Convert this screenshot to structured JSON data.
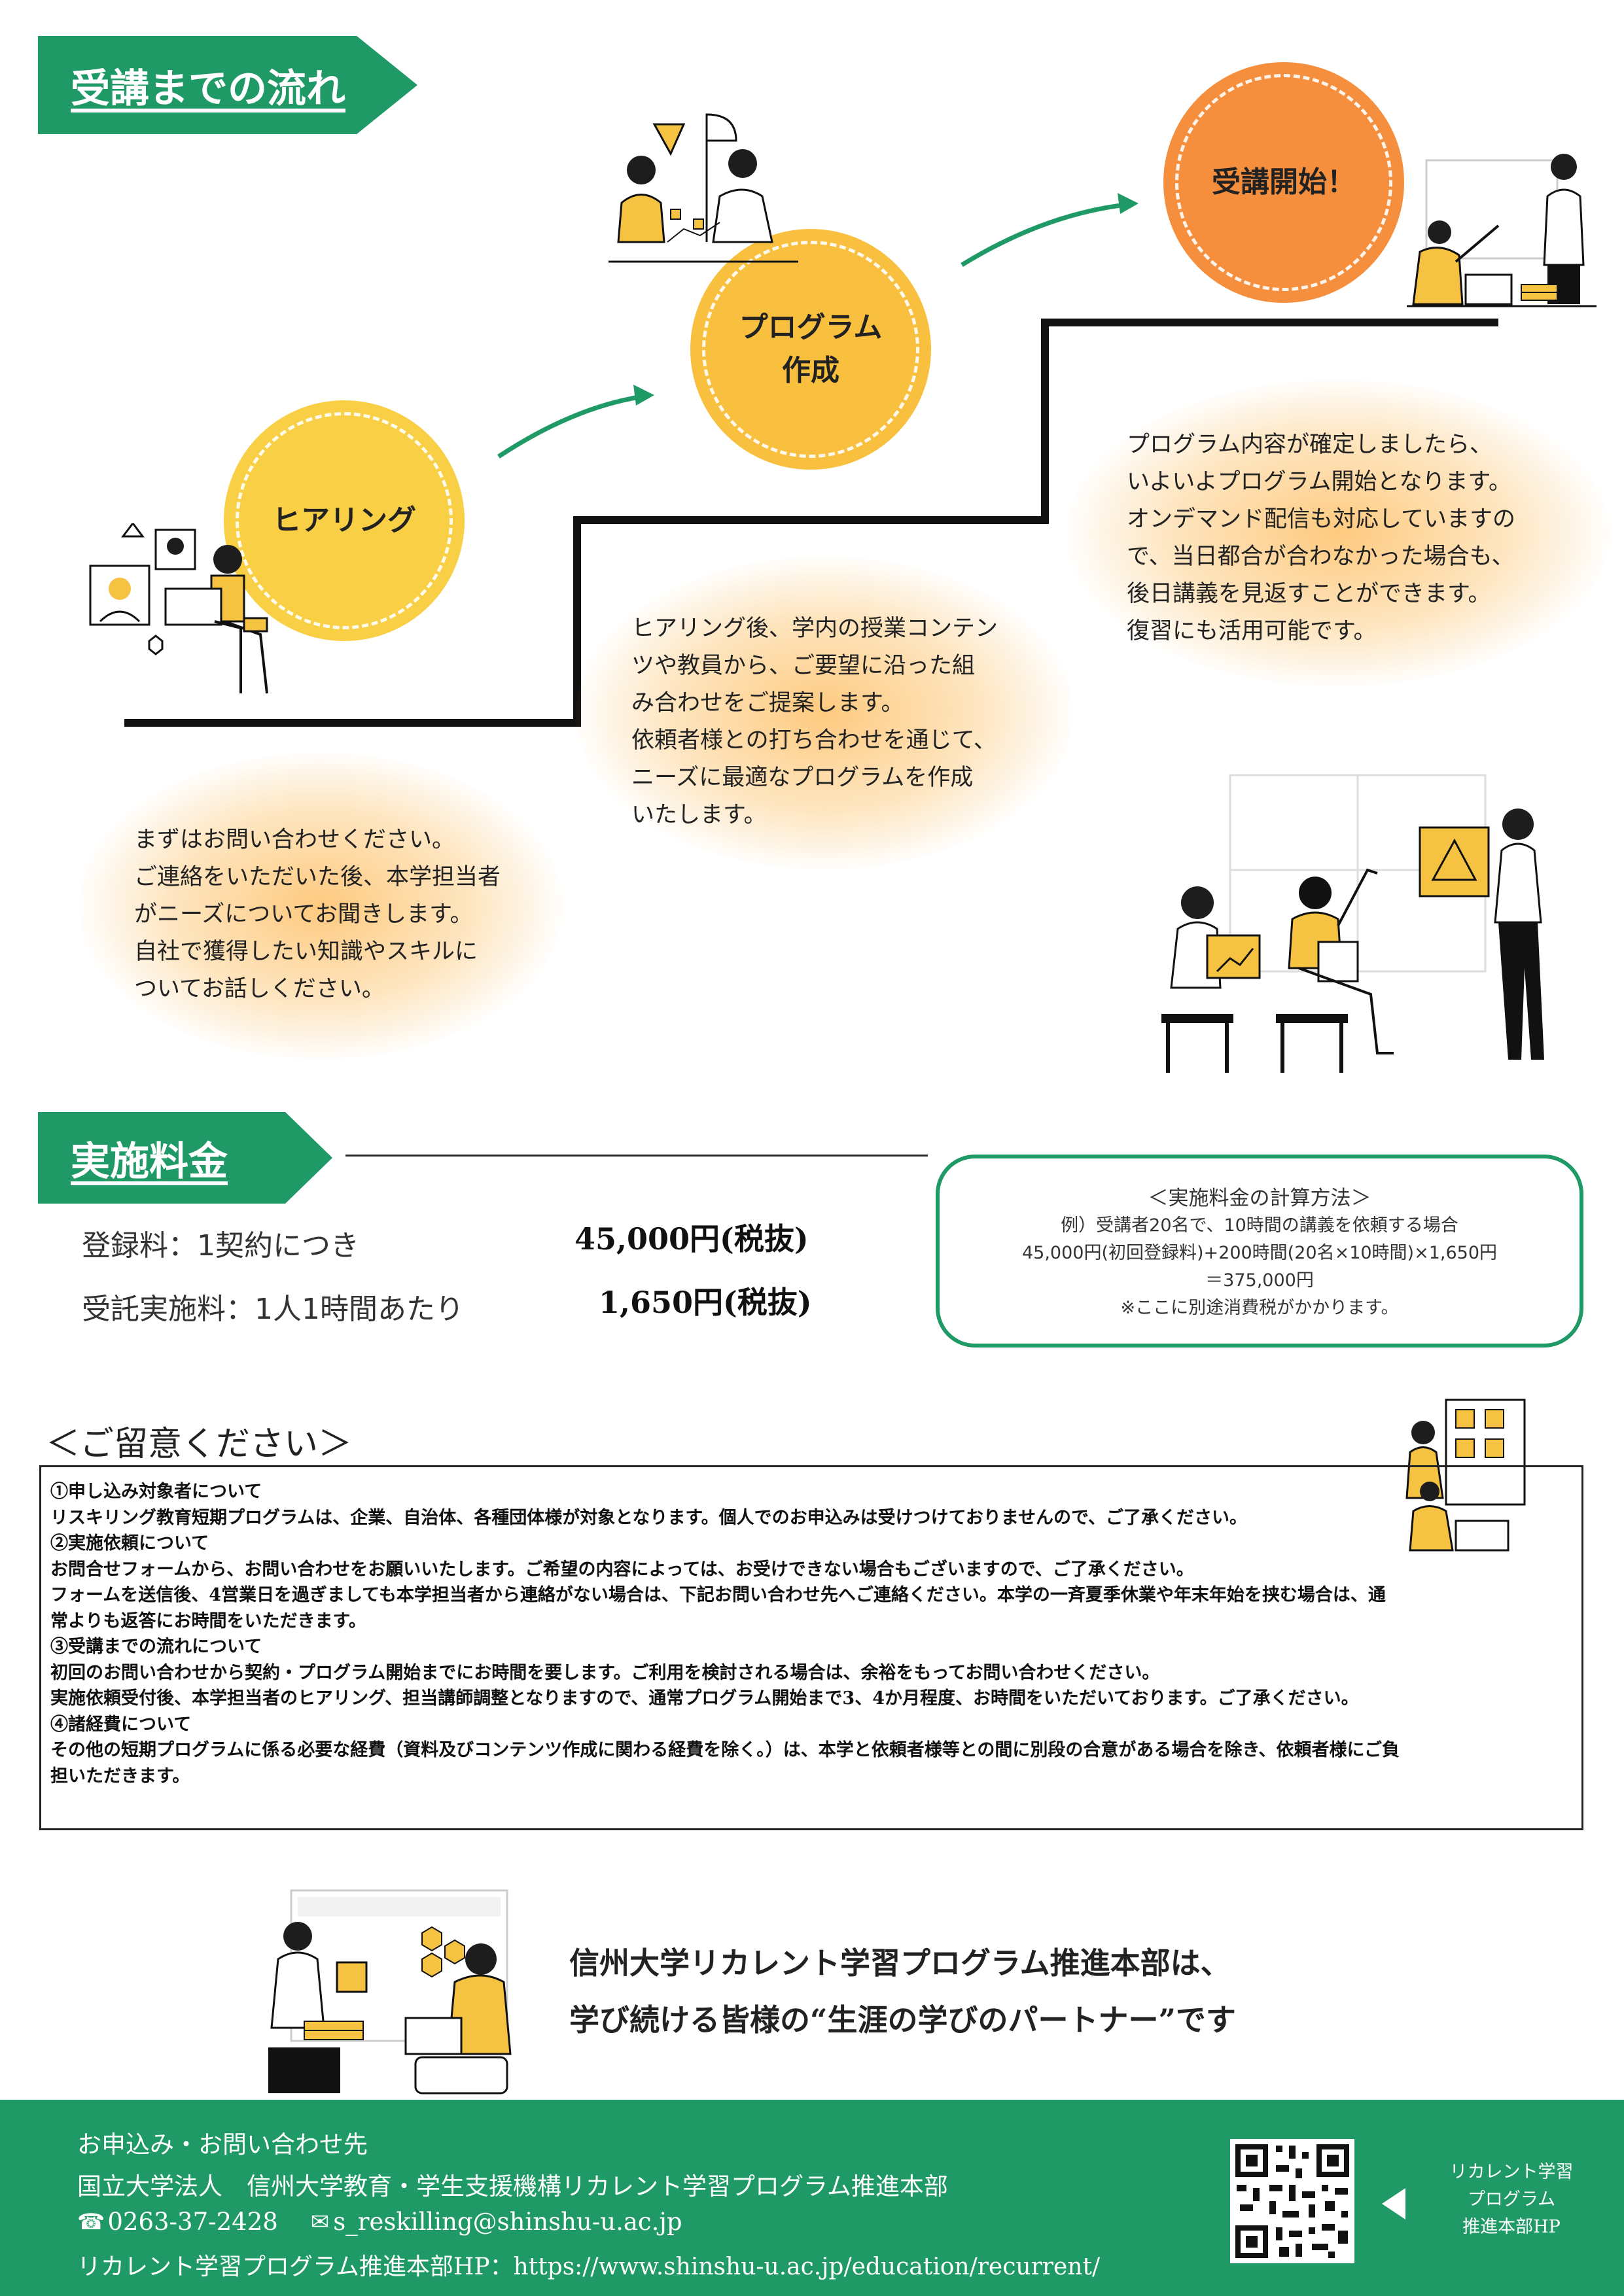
{
  "flow_section": {
    "title": "受講までの流れ",
    "steps": [
      {
        "label": "ヒアリング",
        "description": "まずはお問い合わせください。\nご連絡をいただいた後、本学担当者\nがニーズについてお聞きします。\n自社で獲得したい知識やスキルに\nついてお話しください。"
      },
      {
        "label_line1": "プログラム",
        "label_line2": "作成",
        "description": "ヒアリング後、学内の授業コンテン\nツや教員から、ご要望に沿った組\nみ合わせをご提案します。\n依頼者様との打ち合わせを通じて、\nニーズに最適なプログラムを作成\nいたします。"
      },
      {
        "label": "受講開始！",
        "description": "プログラム内容が確定しましたら、\nいよいよプログラム開始となります。\nオンデマンド配信も対応していますの\nで、当日都合が合わなかった場合も、\n後日講義を見返すことができます。\n復習にも活用可能です。"
      }
    ]
  },
  "fee_section": {
    "title": "実施料金",
    "fees": [
      {
        "label": "登録料：1契約につき",
        "value": "45,000円(税抜)"
      },
      {
        "label": "受託実施料：1人1時間あたり",
        "value": "1,650円(税抜)"
      }
    ],
    "example": {
      "heading": "＜実施料金の計算方法＞",
      "line1": "例）受講者20名で、10時間の講義を依頼する場合",
      "line2": "45,000円(初回登録料)+200時間(20名×10時間)×1,650円",
      "line3": "＝375,000円",
      "line4": "※ここに別途消費税がかかります。"
    }
  },
  "notes_section": {
    "title": "＜ご留意ください＞",
    "lines": [
      "①申し込み対象者について",
      "リスキリング教育短期プログラムは、企業、自治体、各種団体様が対象となります。個人でのお申込みは受けつけておりませんので、ご了承ください。",
      "②実施依頼について",
      "お問合せフォームから、お問い合わせをお願いいたします。ご希望の内容によっては、お受けできない場合もございますので、ご了承ください。",
      "フォームを送信後、4営業日を過ぎましても本学担当者から連絡がない場合は、下記お問い合わせ先へご連絡ください。本学の一斉夏季休業や年末年始を挟む場合は、通",
      "常よりも返答にお時間をいただきます。",
      "③受講までの流れについて",
      "初回のお問い合わせから契約・プログラム開始までにお時間を要します。ご利用を検討される場合は、余裕をもってお問い合わせください。",
      "実施依頼受付後、本学担当者のヒアリング、担当講師調整となりますので、通常プログラム開始まで3、4か月程度、お時間をいただいております。ご了承ください。",
      "④諸経費について",
      "その他の短期プログラムに係る必要な経費（資料及びコンテンツ作成に関わる経費を除く。）は、本学と依頼者様等との間に別段の合意がある場合を除き、依頼者様にご負",
      "担いただきます。"
    ]
  },
  "message": {
    "line1": "信州大学リカレント学習プログラム推進本部は、",
    "line2": "学び続ける皆様の“生涯の学びのパートナー”です"
  },
  "footer": {
    "contact_heading": "お申込み・お問い合わせ先",
    "organization": "国立大学法人　信州大学教育・学生支援機構リカレント学習プログラム推進本部",
    "phone": "0263-37-2428",
    "email": "s_reskilling@shinshu-u.ac.jp",
    "website": "リカレント学習プログラム推進本部HP：https://www.shinshu-u.ac.jp/education/recurrent/",
    "qr_label_line1": "リカレント学習",
    "qr_label_line2": "プログラム",
    "qr_label_line3": "推進本部HP"
  },
  "colors": {
    "brand_green": "#1f9a66",
    "yellow": "#f8cf45",
    "orange": "#f59a3e",
    "peach": "#fdb854"
  }
}
